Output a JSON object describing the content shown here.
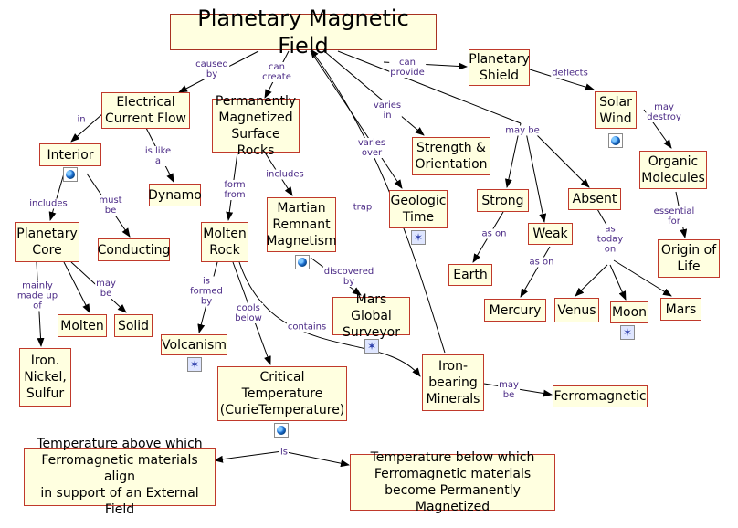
{
  "title": "Planetary Magnetic Field",
  "nodes": {
    "electrical_current_flow": "Electrical\nCurrent Flow",
    "interior": "Interior",
    "planetary_core": "Planetary\nCore",
    "iron_nickel_sulfur": "Iron.\nNickel,\nSulfur",
    "molten": "Molten",
    "solid": "Solid",
    "conducting": "Conducting",
    "dynamo": "Dynamo",
    "perm_surface_rocks": "Permanently\nMagnetized\nSurface Rocks",
    "molten_rock": "Molten\nRock",
    "volcanism": "Volcanism",
    "critical_temperature": "Critical\nTemperature\n(CurieTemperature)",
    "martian_remnant": "Martian\nRemnant\nMagnetism",
    "mars_global_surveyor": "Mars Global\nSurveyor",
    "strength_orientation": "Strength &\nOrientation",
    "geologic_time": "Geologic\nTime",
    "iron_bearing_minerals": "Iron-\nbearing\nMinerals",
    "ferromagnetic": "Ferromagnetic",
    "planetary_shield": "Planetary\nShield",
    "solar_wind": "Solar\nWind",
    "organic_molecules": "Organic\nMolecules",
    "origin_of_life": "Origin of\nLife",
    "strong": "Strong",
    "earth": "Earth",
    "weak": "Weak",
    "mercury": "Mercury",
    "absent": "Absent",
    "venus": "Venus",
    "moon": "Moon",
    "mars": "Mars",
    "temp_above": "Temperature above which\nFerromagnetic materials align\nin support of an External Field",
    "temp_below": "Temperature below which\nFerromagnetic materials\nbecome Permanently Magnetized"
  },
  "links": {
    "caused_by": "caused\nby",
    "in": "in",
    "can_create": "can\ncreate",
    "can_provide": "can\nprovide",
    "varies_in": "varies\nin",
    "varies_over": "varies\nover",
    "may_be_field": "may be",
    "deflects": "deflects",
    "may_destroy": "may\ndestroy",
    "essential_for": "essential\nfor",
    "is_like_a": "is like\na",
    "includes_interior": "includes",
    "must_be": "must\nbe",
    "mainly_made_up_of": "mainly\nmade up\nof",
    "may_be_core": "may\nbe",
    "form_from": "form\nfrom",
    "includes_rocks": "includes",
    "trap": "trap",
    "is_formed_by": "is\nformed\nby",
    "cools_below": "cools\nbelow",
    "contains": "contains",
    "discovered_by": "discovered\nby",
    "may_be_minerals": "may\nbe",
    "as_on_strong": "as on",
    "as_on_weak": "as on",
    "as_today_on": "as\ntoday\non",
    "is": "is"
  },
  "icons": {
    "globe": "globe-icon",
    "star": "concept-map-star-icon"
  },
  "colors": {
    "node_fill": "#ffffe0",
    "node_border": "#c0392b",
    "link_line": "#000000",
    "link_label": "#4b2a86"
  }
}
